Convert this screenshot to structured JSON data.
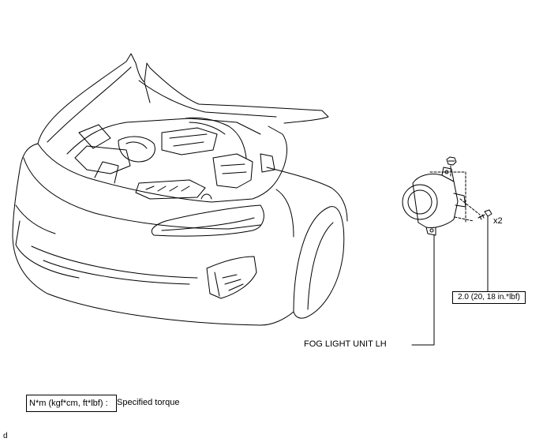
{
  "diagram": {
    "part_label": "FOG LIGHT UNIT LH",
    "torque_value": "2.0 (20, 18 in.*lbf)",
    "fastener_quantity": "x2",
    "legend": {
      "unit_label": "N*m (kgf*cm, ft*lbf) :",
      "description": "Specified torque"
    },
    "figure_id": "d"
  }
}
